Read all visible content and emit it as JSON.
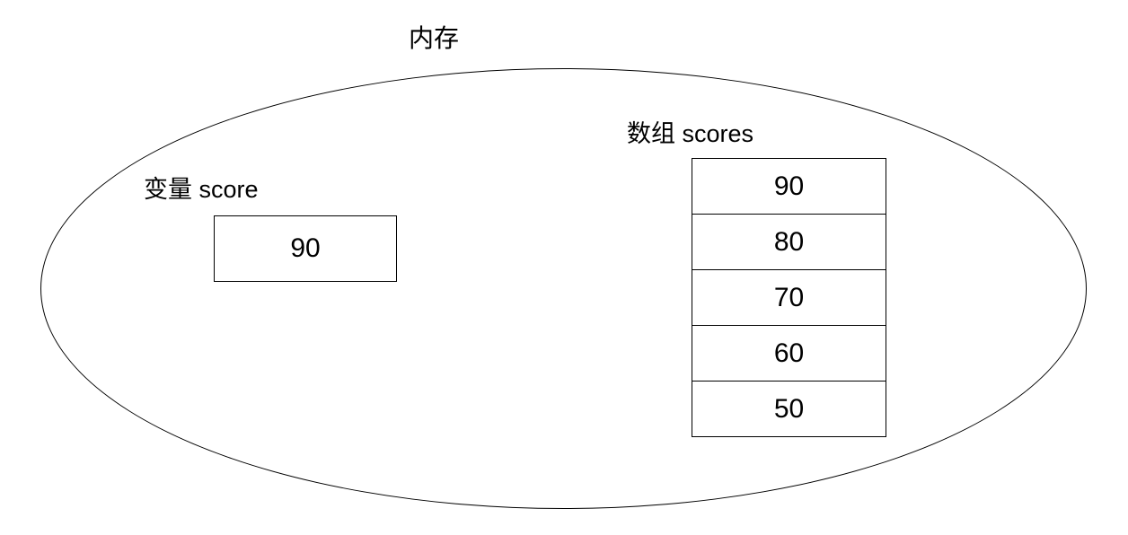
{
  "diagram": {
    "title": "内存",
    "variable": {
      "label": "变量 score",
      "value": "90"
    },
    "array": {
      "label": "数组 scores",
      "cells": [
        "90",
        "80",
        "70",
        "60",
        "50"
      ]
    },
    "colors": {
      "stroke": "#000000",
      "background": "#ffffff",
      "text": "#000000"
    }
  }
}
